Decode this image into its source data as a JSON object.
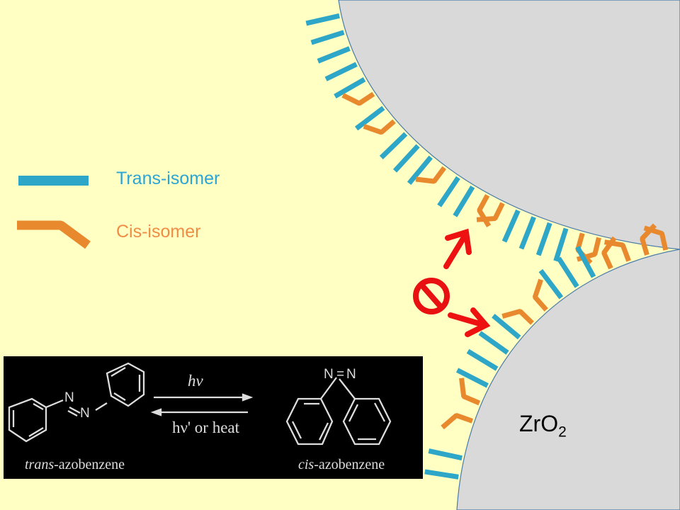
{
  "legend": {
    "trans_label": "Trans-isomer",
    "cis_label": "Cis-isomer"
  },
  "particle_label": {
    "main": "ZrO",
    "subscript": "2"
  },
  "reaction": {
    "forward": "hν",
    "reverse": "hν' or heat",
    "left_molecule_italic": "trans",
    "left_molecule_rest": "-azobenzene",
    "right_molecule_italic": "cis",
    "right_molecule_rest": "-azobenzene",
    "atom_n": "N"
  },
  "colors": {
    "background": "#ffffc4",
    "particle": "#d9d9d9",
    "trans": "#2ea6c8",
    "cis": "#e8892e",
    "blocked": "#ee1111"
  }
}
